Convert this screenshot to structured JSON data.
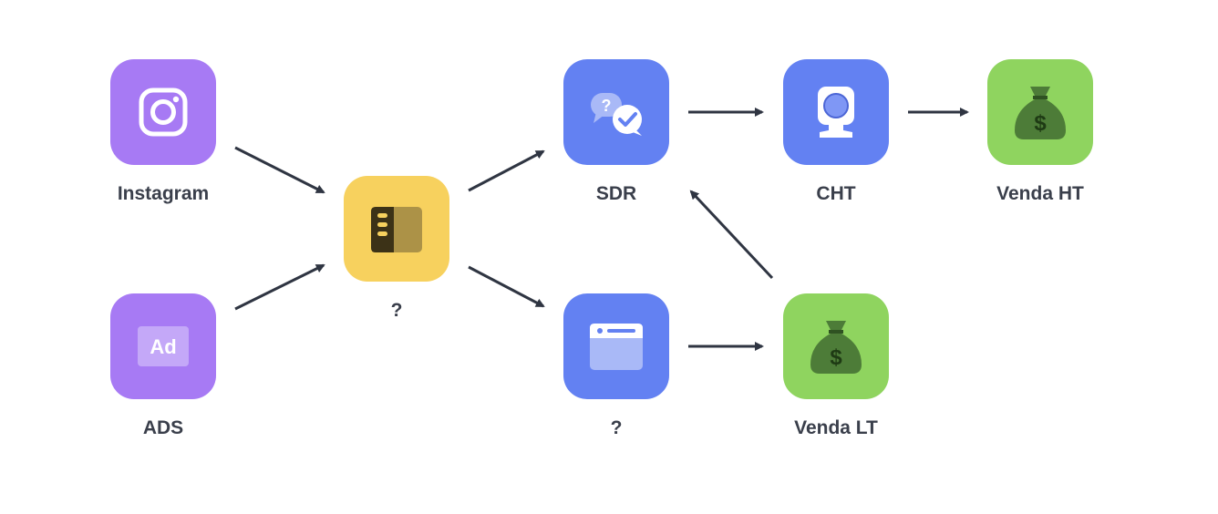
{
  "colors": {
    "purple": "#a77af4",
    "blue": "#6381f2",
    "yellow": "#f7d15e",
    "green": "#8fd45f",
    "arrow": "#2f3542",
    "label": "#3a3f4b"
  },
  "nodes": {
    "instagram": {
      "label": "Instagram",
      "icon": "instagram-icon"
    },
    "ads": {
      "label": "ADS",
      "icon": "ad-icon"
    },
    "hub": {
      "label": "?",
      "icon": "drawer-list-icon"
    },
    "sdr": {
      "label": "SDR",
      "icon": "chat-question-icon"
    },
    "page": {
      "label": "?",
      "icon": "browser-window-icon"
    },
    "cht": {
      "label": "CHT",
      "icon": "webcam-icon"
    },
    "venda_ht": {
      "label": "Venda HT",
      "icon": "money-bag-icon"
    },
    "venda_lt": {
      "label": "Venda LT",
      "icon": "money-bag-icon"
    }
  },
  "edges": [
    {
      "from": "instagram",
      "to": "hub"
    },
    {
      "from": "ads",
      "to": "hub"
    },
    {
      "from": "hub",
      "to": "sdr"
    },
    {
      "from": "hub",
      "to": "page"
    },
    {
      "from": "sdr",
      "to": "cht"
    },
    {
      "from": "cht",
      "to": "venda_ht"
    },
    {
      "from": "page",
      "to": "venda_lt"
    },
    {
      "from": "venda_lt",
      "to": "sdr"
    }
  ]
}
